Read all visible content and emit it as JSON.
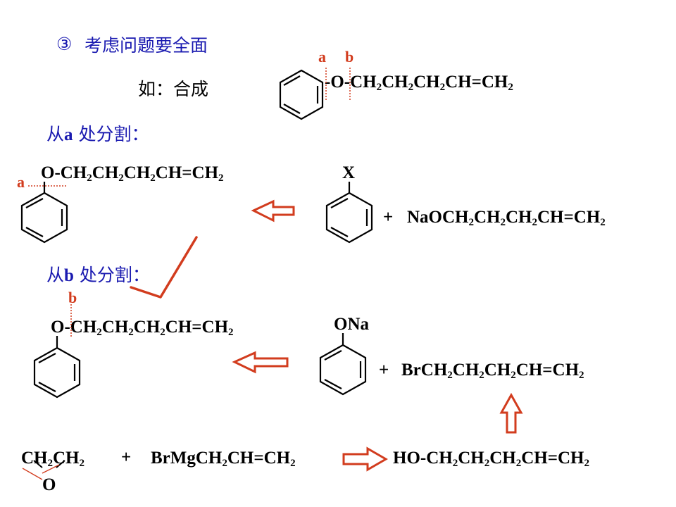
{
  "header": {
    "number": "③",
    "title": "考虑问题要全面"
  },
  "intro": {
    "label": "如：合成"
  },
  "target": {
    "label_a": "a",
    "label_b": "b",
    "formula": [
      "-O-CH",
      "2",
      "CH",
      "2",
      "CH",
      "2",
      "CH=CH",
      "2"
    ]
  },
  "route_a": {
    "heading_prefix": "从",
    "heading_letter": "a",
    "heading_suffix": " 处分割：",
    "product_label": "a",
    "product_formula": [
      "O-CH",
      "2",
      "CH",
      "2",
      "CH",
      "2",
      "CH=CH",
      "2"
    ],
    "reagent_substituent": "X",
    "plus": "+",
    "reagent_formula": [
      "NaOCH",
      "2",
      "CH",
      "2",
      "CH",
      "2",
      "CH=CH",
      "2"
    ]
  },
  "route_b": {
    "heading_prefix": "从",
    "heading_letter": "b",
    "heading_suffix": " 处分割：",
    "product_label": "b",
    "product_formula": [
      "O-CH",
      "2",
      "CH",
      "2",
      "CH",
      "2",
      "CH=CH",
      "2"
    ],
    "reagent_substituent": "ONa",
    "plus": "+",
    "reagent_formula": [
      "BrCH",
      "2",
      "CH",
      "2",
      "CH",
      "2",
      "CH=CH",
      "2"
    ]
  },
  "synthesis": {
    "epoxide": [
      "CH",
      "2",
      "CH",
      "2"
    ],
    "epoxide_o": "O",
    "plus": "+",
    "grignard": [
      "BrMgCH",
      "2",
      "CH=CH",
      "2"
    ],
    "alcohol": [
      "HO-CH",
      "2",
      "CH",
      "2",
      "CH",
      "2",
      "CH=CH",
      "2"
    ]
  },
  "colors": {
    "heading": "#1a1ab0",
    "accent": "#d23c1e",
    "text": "#000000"
  }
}
